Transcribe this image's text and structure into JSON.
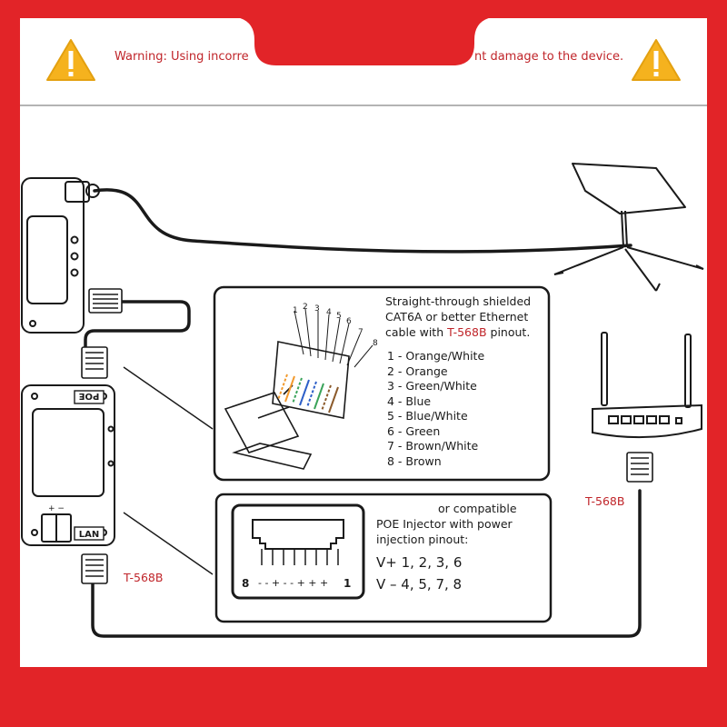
{
  "banner": {
    "warning_left": "Warning: Using incorre",
    "warning_right": "nt damage to the device."
  },
  "cable_panel": {
    "line1": "Straight-through shielded",
    "line2": "CAT6A or better Ethernet",
    "line3_prefix": "cable with ",
    "line3_standard": "T-568B",
    "line3_suffix": " pinout.",
    "pin_numbers": [
      "1",
      "2",
      "3",
      "4",
      "5",
      "6",
      "7",
      "8"
    ],
    "pinout": [
      "1 - Orange/White",
      "2 - Orange",
      "3 - Green/White",
      "4 - Blue",
      "5 - Blue/White",
      "6 - Green",
      "7 - Brown/White",
      "8 - Brown"
    ]
  },
  "poe_panel": {
    "line1": "or compatible",
    "line2": "POE Injector with power",
    "line3": "injection pinout:",
    "vplus": "V+ 1, 2, 3, 6",
    "vminus": "V – 4, 5, 7, 8",
    "port_left": "8",
    "port_signs": "- - + - - + + +",
    "port_right": "1"
  },
  "device_labels": {
    "poe": "POE",
    "lan": "LAN",
    "signs": "+ −"
  },
  "standard_left": "T-568B",
  "standard_right": "T-568B",
  "colors": {
    "background": "#e22428",
    "accent_red": "#c0252a",
    "warning_yellow": "#f5b21e",
    "line": "#1a1a1a"
  }
}
